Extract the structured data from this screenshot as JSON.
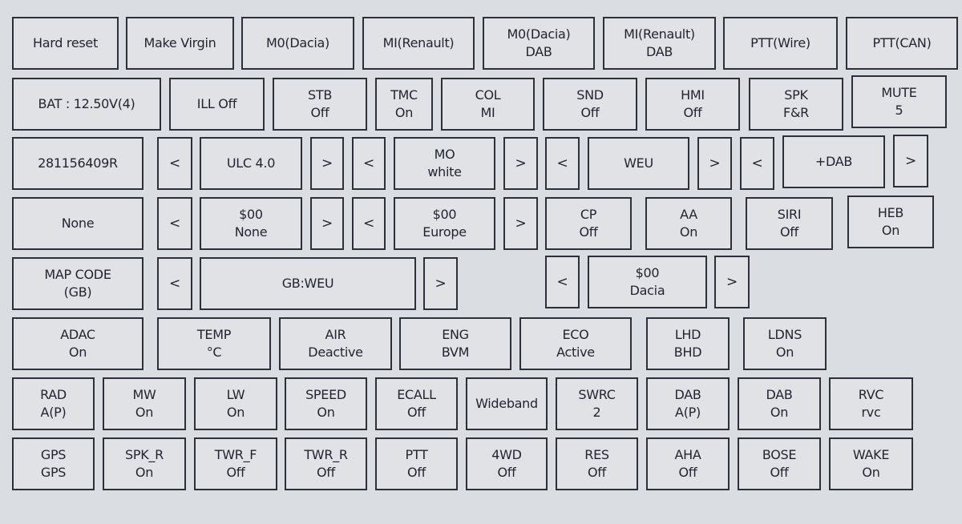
{
  "row1": [
    {
      "a": "Hard reset"
    },
    {
      "a": "Make Virgin"
    },
    {
      "a": "M0(Dacia)"
    },
    {
      "a": "MI(Renault)"
    },
    {
      "a": "M0(Dacia)",
      "b": "DAB"
    },
    {
      "a": "MI(Renault)",
      "b": "DAB"
    },
    {
      "a": "PTT(Wire)"
    },
    {
      "a": "PTT(CAN)"
    }
  ],
  "row2": [
    {
      "a": "BAT :  12.50V(4)"
    },
    {
      "a": "ILL Off"
    },
    {
      "a": "STB",
      "b": "Off"
    },
    {
      "a": "TMC",
      "b": "On"
    },
    {
      "a": "COL",
      "b": "MI"
    },
    {
      "a": "SND",
      "b": "Off"
    },
    {
      "a": "HMI",
      "b": "Off"
    },
    {
      "a": "SPK",
      "b": "F&R"
    },
    {
      "a": "MUTE",
      "b": "5"
    }
  ],
  "row3": [
    {
      "a": "281156409R"
    },
    {
      "a": "ULC 4.0"
    },
    {
      "a": "MO",
      "b": "white"
    },
    {
      "a": "WEU"
    },
    {
      "a": "+DAB"
    }
  ],
  "row4": [
    {
      "a": "None"
    },
    {
      "a": "$00",
      "b": "None"
    },
    {
      "a": "$00",
      "b": "Europe"
    },
    {
      "a": "CP",
      "b": "Off"
    },
    {
      "a": "AA",
      "b": "On"
    },
    {
      "a": "SIRI",
      "b": "Off"
    },
    {
      "a": "HEB",
      "b": "On"
    }
  ],
  "row5": [
    {
      "a": "MAP CODE",
      "b": "(GB)"
    },
    {
      "a": "GB:WEU"
    },
    {
      "a": "$00",
      "b": "Dacia"
    }
  ],
  "row6": [
    {
      "a": "ADAC",
      "b": "On"
    },
    {
      "a": "TEMP",
      "b": "°C"
    },
    {
      "a": "AIR",
      "b": "Deactive"
    },
    {
      "a": "ENG",
      "b": "BVM"
    },
    {
      "a": "ECO",
      "b": "Active"
    },
    {
      "a": "LHD",
      "b": "BHD"
    },
    {
      "a": "LDNS",
      "b": "On"
    }
  ],
  "row7": [
    {
      "a": "RAD",
      "b": "A(P)"
    },
    {
      "a": "MW",
      "b": "On"
    },
    {
      "a": "LW",
      "b": "On"
    },
    {
      "a": "SPEED",
      "b": "On"
    },
    {
      "a": "ECALL",
      "b": "Off"
    },
    {
      "a": "Wideband"
    },
    {
      "a": "SWRC",
      "b": "2"
    },
    {
      "a": "DAB",
      "b": "A(P)"
    },
    {
      "a": "DAB",
      "b": "On"
    },
    {
      "a": "RVC",
      "b": "rvc"
    }
  ],
  "row8": [
    {
      "a": "GPS",
      "b": "GPS"
    },
    {
      "a": "SPK_R",
      "b": "On"
    },
    {
      "a": "TWR_F",
      "b": "Off"
    },
    {
      "a": "TWR_R",
      "b": "Off"
    },
    {
      "a": "PTT",
      "b": "Off"
    },
    {
      "a": "4WD",
      "b": "Off"
    },
    {
      "a": "RES",
      "b": "Off"
    },
    {
      "a": "AHA",
      "b": "Off"
    },
    {
      "a": "BOSE",
      "b": "Off"
    },
    {
      "a": "WAKE",
      "b": "On"
    }
  ],
  "arrows": {
    "prev": "<",
    "next": ">"
  }
}
